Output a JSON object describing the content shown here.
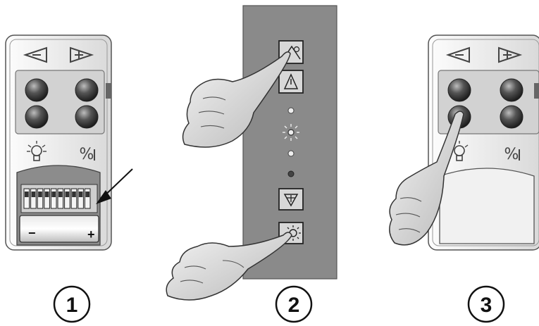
{
  "steps": [
    {
      "number": "1"
    },
    {
      "number": "2"
    },
    {
      "number": "3"
    }
  ],
  "remote": {
    "top_icons": [
      "arrow-left-icon",
      "arrow-right-icon"
    ],
    "bottom_icons": [
      "light-bulb-icon",
      "percent-icon"
    ],
    "battery": {
      "minus": "−",
      "plus": "+"
    },
    "dip_switch_count": 10
  },
  "panel": {
    "buttons": [
      "blind-up-icon",
      "warning-icon",
      "blind-down-icon",
      "sun-icon"
    ],
    "leds": [
      "led-off",
      "led-blinking",
      "led-off",
      "led-dark"
    ]
  },
  "colors": {
    "panel_bg": "#8a8a8a",
    "remote_body": "#ececec",
    "button_dark": "#3a3a3a"
  }
}
